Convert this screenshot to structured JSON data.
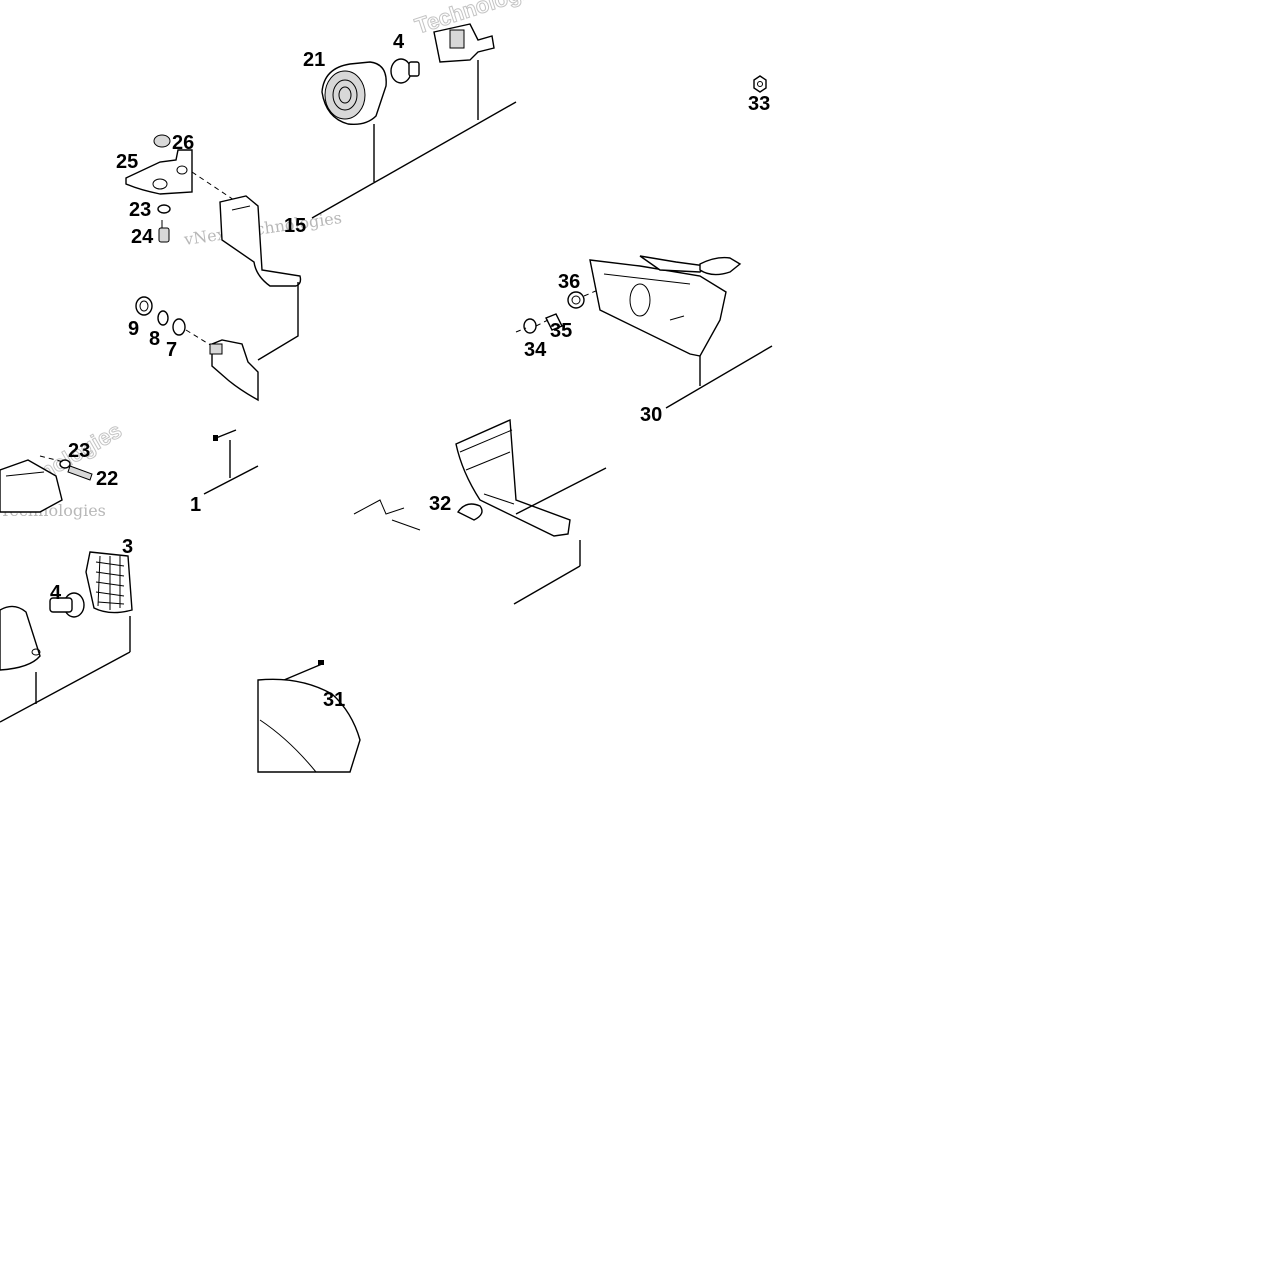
{
  "diagram": {
    "labels": {
      "p1": "1",
      "p3": "3",
      "p4a": "4",
      "p4b": "4",
      "p7": "7",
      "p8": "8",
      "p9": "9",
      "p15": "15",
      "p21": "21",
      "p22": "22",
      "p23a": "23",
      "p23b": "23",
      "p24": "24",
      "p25": "25",
      "p26": "26",
      "p30": "30",
      "p31": "31",
      "p32": "32",
      "p33": "33",
      "p34": "34",
      "p35": "35",
      "p36": "36"
    },
    "watermarks": {
      "w1": "vNext Technologies",
      "w2": "Technologies",
      "w3": "Technologies",
      "w4": "Technologies"
    }
  }
}
